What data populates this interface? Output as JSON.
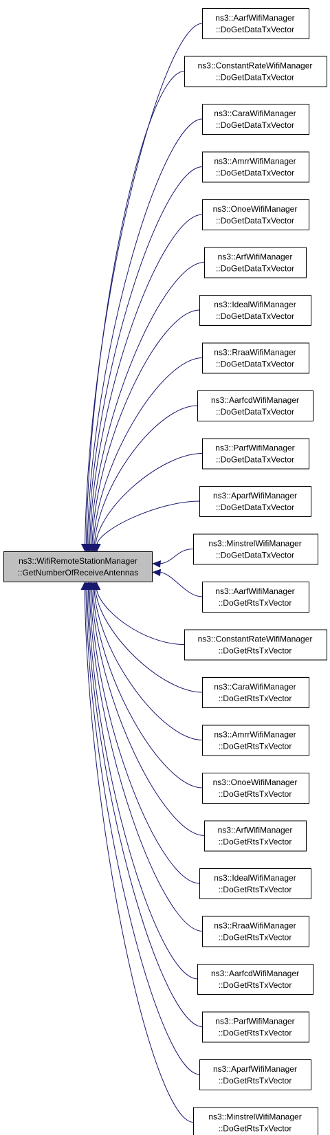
{
  "root": {
    "line1": "ns3::WifiRemoteStationManager",
    "line2": "::GetNumberOfReceiveAntennas"
  },
  "colors": {
    "edge": "#191970",
    "root_fill": "#bfbfbf",
    "node_fill": "#ffffff",
    "border": "#000000"
  },
  "callers": [
    {
      "line1": "ns3::AarfWifiManager",
      "line2": "::DoGetDataTxVector"
    },
    {
      "line1": "ns3::ConstantRateWifiManager",
      "line2": "::DoGetDataTxVector"
    },
    {
      "line1": "ns3::CaraWifiManager",
      "line2": "::DoGetDataTxVector"
    },
    {
      "line1": "ns3::AmrrWifiManager",
      "line2": "::DoGetDataTxVector"
    },
    {
      "line1": "ns3::OnoeWifiManager",
      "line2": "::DoGetDataTxVector"
    },
    {
      "line1": "ns3::ArfWifiManager",
      "line2": "::DoGetDataTxVector"
    },
    {
      "line1": "ns3::IdealWifiManager",
      "line2": "::DoGetDataTxVector"
    },
    {
      "line1": "ns3::RraaWifiManager",
      "line2": "::DoGetDataTxVector"
    },
    {
      "line1": "ns3::AarfcdWifiManager",
      "line2": "::DoGetDataTxVector"
    },
    {
      "line1": "ns3::ParfWifiManager",
      "line2": "::DoGetDataTxVector"
    },
    {
      "line1": "ns3::AparfWifiManager",
      "line2": "::DoGetDataTxVector"
    },
    {
      "line1": "ns3::MinstrelWifiManager",
      "line2": "::DoGetDataTxVector"
    },
    {
      "line1": "ns3::AarfWifiManager",
      "line2": "::DoGetRtsTxVector"
    },
    {
      "line1": "ns3::ConstantRateWifiManager",
      "line2": "::DoGetRtsTxVector"
    },
    {
      "line1": "ns3::CaraWifiManager",
      "line2": "::DoGetRtsTxVector"
    },
    {
      "line1": "ns3::AmrrWifiManager",
      "line2": "::DoGetRtsTxVector"
    },
    {
      "line1": "ns3::OnoeWifiManager",
      "line2": "::DoGetRtsTxVector"
    },
    {
      "line1": "ns3::ArfWifiManager",
      "line2": "::DoGetRtsTxVector"
    },
    {
      "line1": "ns3::IdealWifiManager",
      "line2": "::DoGetRtsTxVector"
    },
    {
      "line1": "ns3::RraaWifiManager",
      "line2": "::DoGetRtsTxVector"
    },
    {
      "line1": "ns3::AarfcdWifiManager",
      "line2": "::DoGetRtsTxVector"
    },
    {
      "line1": "ns3::ParfWifiManager",
      "line2": "::DoGetRtsTxVector"
    },
    {
      "line1": "ns3::AparfWifiManager",
      "line2": "::DoGetRtsTxVector"
    },
    {
      "line1": "ns3::MinstrelWifiManager",
      "line2": "::DoGetRtsTxVector"
    }
  ]
}
